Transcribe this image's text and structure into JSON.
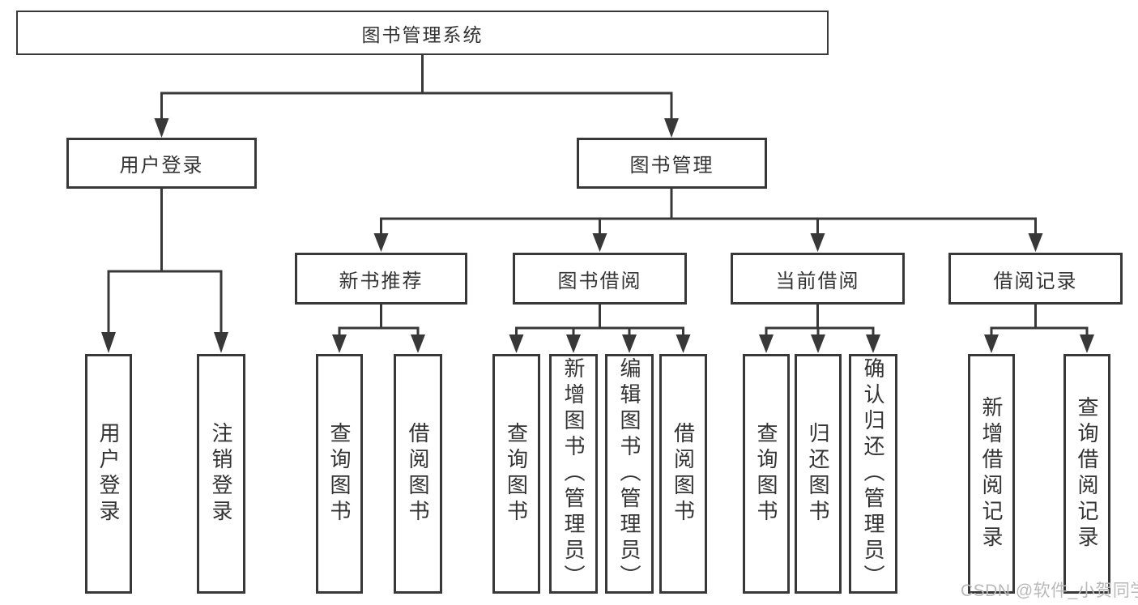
{
  "diagram_type": "tree",
  "colors": {
    "background": "#ffffff",
    "line": "#383838",
    "box_border": "#383838",
    "box_background": "#ffffff",
    "text": "#333333",
    "watermark_text": "#b9b9b9"
  },
  "tree": {
    "root": {
      "label": "图书管理系统"
    },
    "branches": [
      {
        "label": "用户登录",
        "children": [
          {
            "label": "用户登录"
          },
          {
            "label": "注销登录"
          }
        ]
      },
      {
        "label": "图书管理",
        "children": [
          {
            "label": "新书推荐",
            "children": [
              {
                "label": "查询图书"
              },
              {
                "label": "借阅图书"
              }
            ]
          },
          {
            "label": "图书借阅",
            "children": [
              {
                "label": "查询图书"
              },
              {
                "label": "新增图书（管理员）"
              },
              {
                "label": "编辑图书（管理员）"
              },
              {
                "label": "借阅图书"
              }
            ]
          },
          {
            "label": "当前借阅",
            "children": [
              {
                "label": "查询图书"
              },
              {
                "label": "归还图书"
              },
              {
                "label": "确认归还（管理员）"
              }
            ]
          },
          {
            "label": "借阅记录",
            "children": [
              {
                "label": "新增借阅记录"
              },
              {
                "label": "查询借阅记录"
              }
            ]
          }
        ]
      }
    ]
  },
  "watermark": {
    "text": "CSDN @软件_小贺同学"
  }
}
